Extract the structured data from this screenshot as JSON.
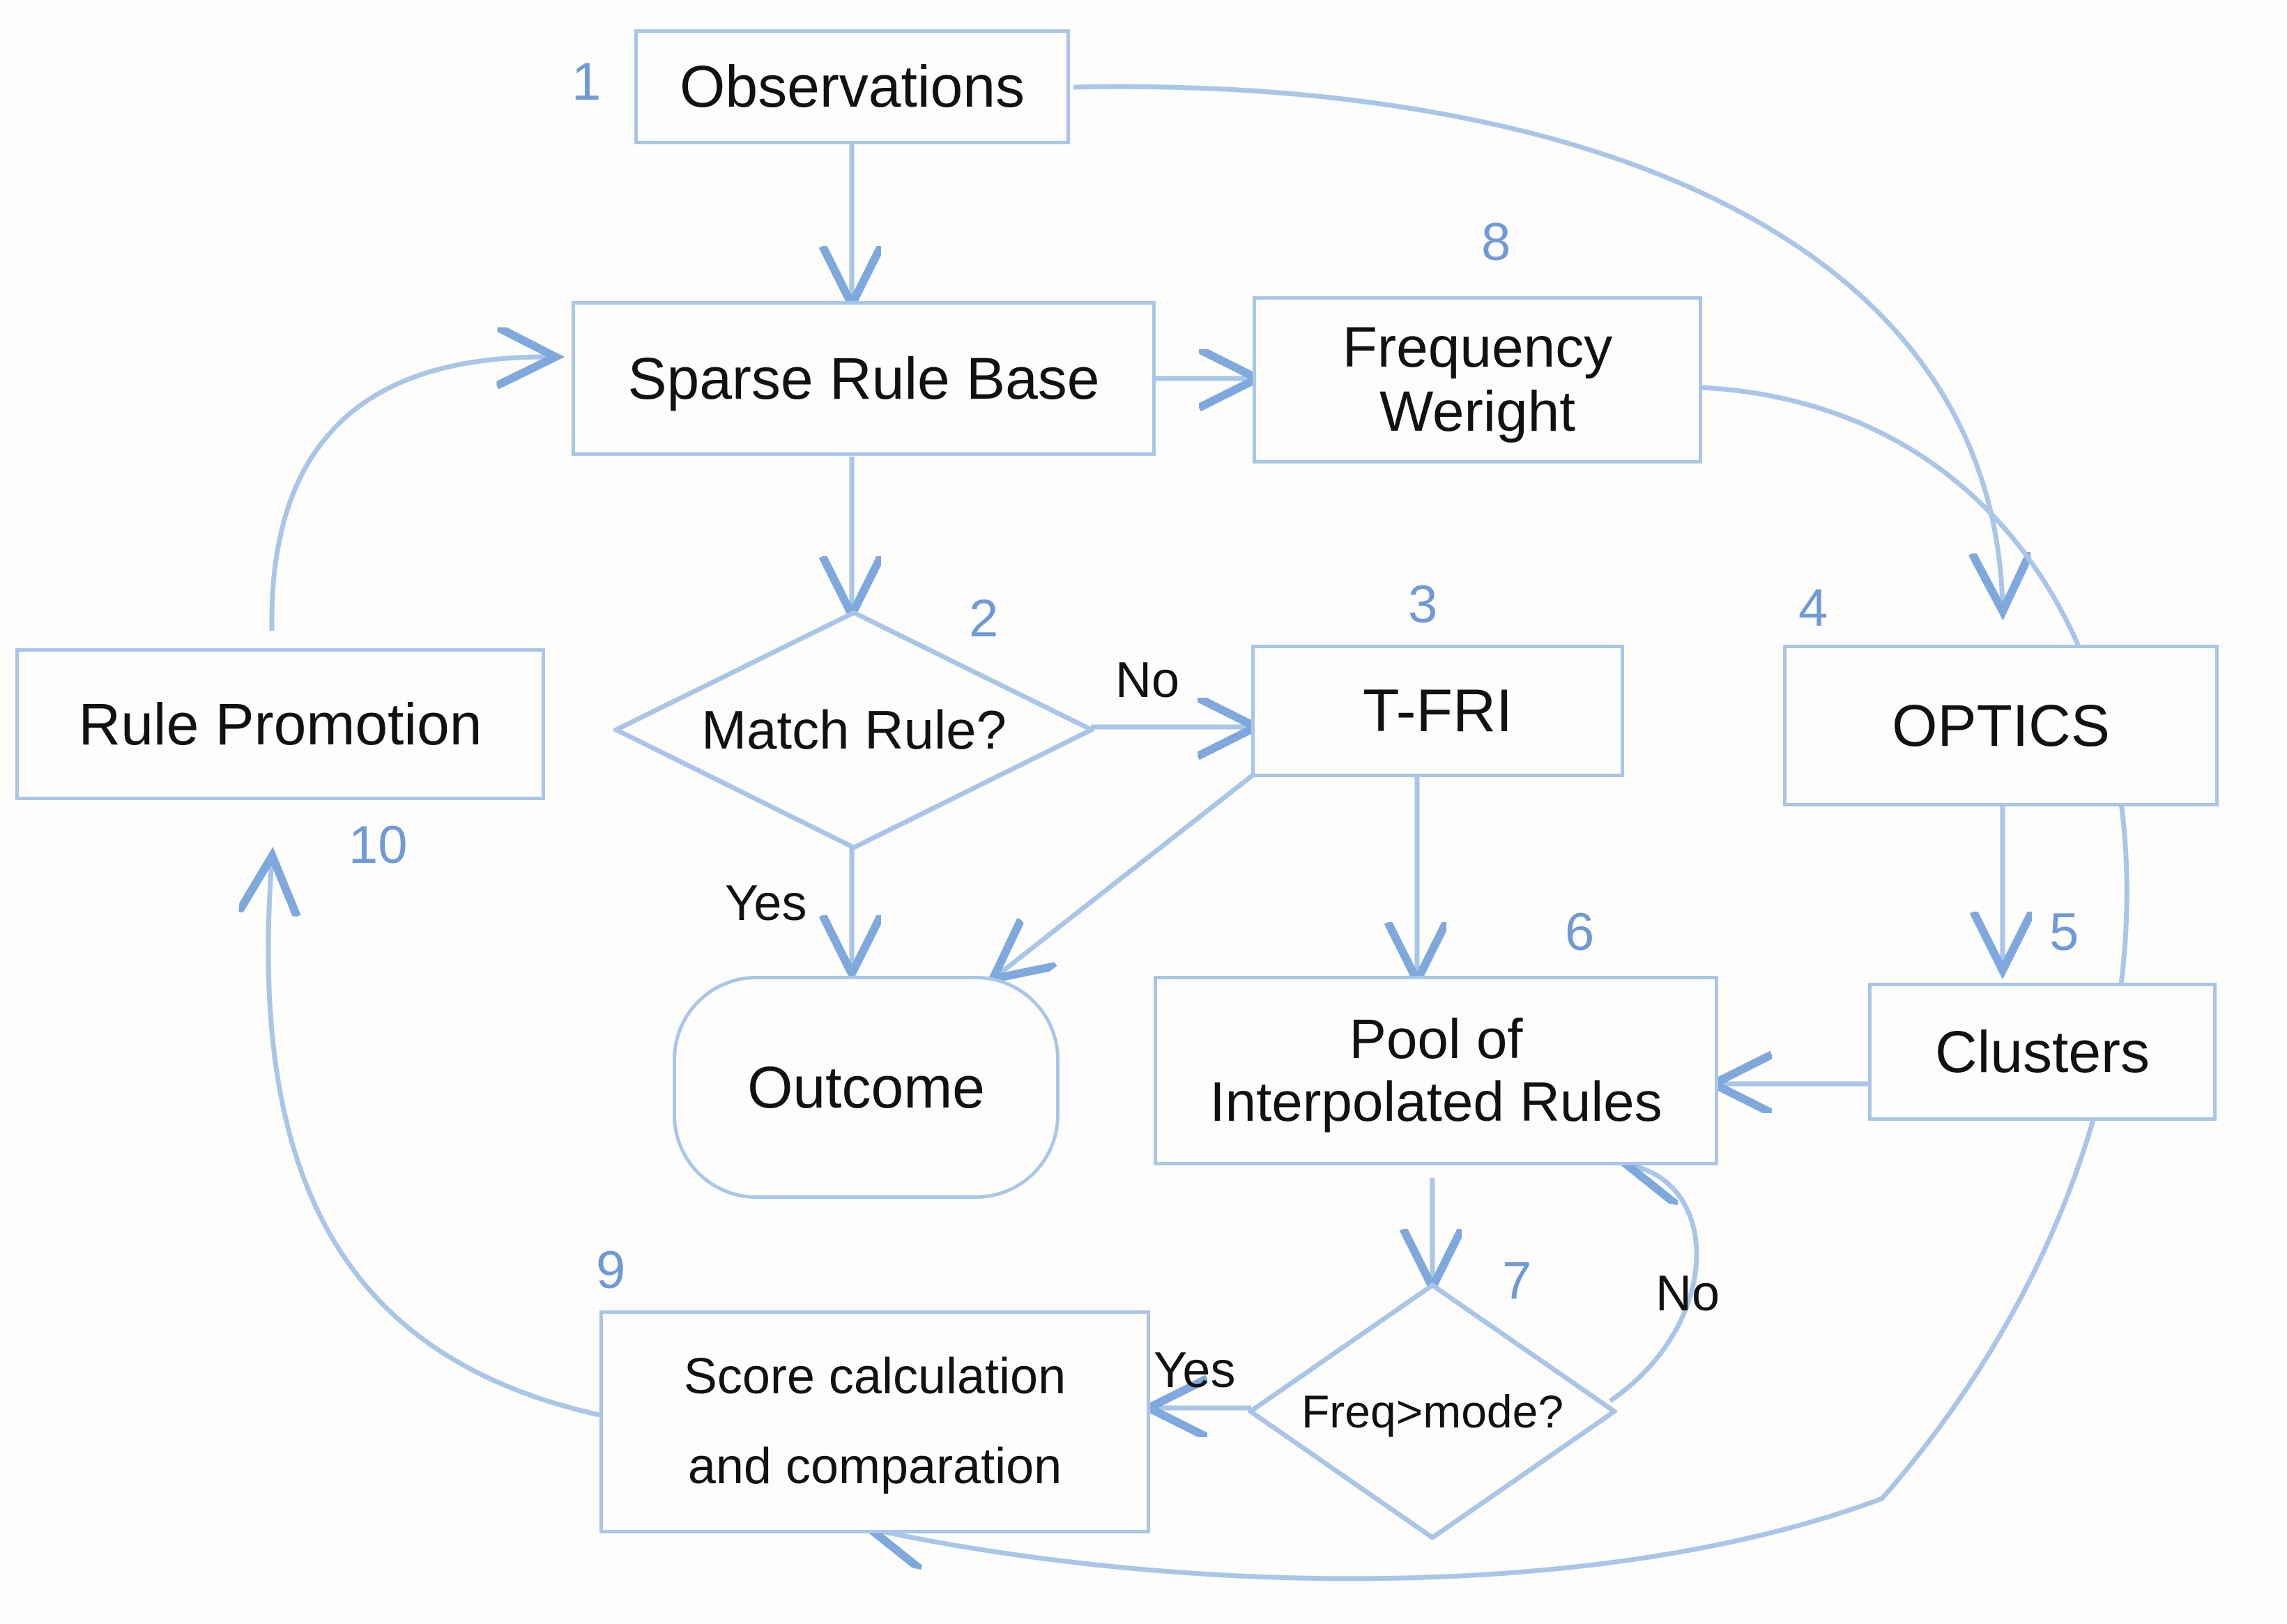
{
  "diagram": {
    "title": "Dynamic sparse rule base fuzzy interpolation workflow",
    "accent": "#a9c6e8",
    "step_color": "#6f9ad6",
    "text_color": "#111111",
    "background": "#fdfdfb"
  },
  "nodes": [
    {
      "id": "observations",
      "label": "Observations",
      "shape": "rect"
    },
    {
      "id": "sparse",
      "label": "Sparse Rule Base",
      "shape": "rect"
    },
    {
      "id": "freqweight_l1",
      "label": "Frequency",
      "shape": "rect"
    },
    {
      "id": "freqweight_l2",
      "label": "Weright",
      "shape": "rect"
    },
    {
      "id": "matchrule",
      "label": "Match Rule?",
      "shape": "diamond"
    },
    {
      "id": "tfri",
      "label": "T-FRI",
      "shape": "rect"
    },
    {
      "id": "optics",
      "label": "OPTICS",
      "shape": "rect"
    },
    {
      "id": "clusters",
      "label": "Clusters",
      "shape": "rect"
    },
    {
      "id": "rulepromotion",
      "label": "Rule Promotion",
      "shape": "rect"
    },
    {
      "id": "outcome",
      "label": "Outcome",
      "shape": "rounded"
    },
    {
      "id": "pool_l1",
      "label": "Pool of",
      "shape": "rect"
    },
    {
      "id": "pool_l2",
      "label": "Interpolated Rules",
      "shape": "rect"
    },
    {
      "id": "freqmode",
      "label": "Freq>mode?",
      "shape": "diamond"
    },
    {
      "id": "score_l1",
      "label": "Score calculation",
      "shape": "rect"
    },
    {
      "id": "score_l2",
      "label": "and comparation",
      "shape": "rect"
    }
  ],
  "steps": [
    {
      "n": "1",
      "for": "observations"
    },
    {
      "n": "2",
      "for": "matchrule"
    },
    {
      "n": "3",
      "for": "tfri"
    },
    {
      "n": "4",
      "for": "optics"
    },
    {
      "n": "5",
      "for": "clusters"
    },
    {
      "n": "6",
      "for": "pool"
    },
    {
      "n": "7",
      "for": "freqmode"
    },
    {
      "n": "8",
      "for": "freqweight"
    },
    {
      "n": "9",
      "for": "score"
    },
    {
      "n": "10",
      "for": "rulepromotion"
    }
  ],
  "edge_labels": [
    {
      "id": "no_match",
      "text": "No"
    },
    {
      "id": "yes_match",
      "text": "Yes"
    },
    {
      "id": "yes_freq",
      "text": "Yes"
    },
    {
      "id": "no_freq",
      "text": "No"
    }
  ]
}
